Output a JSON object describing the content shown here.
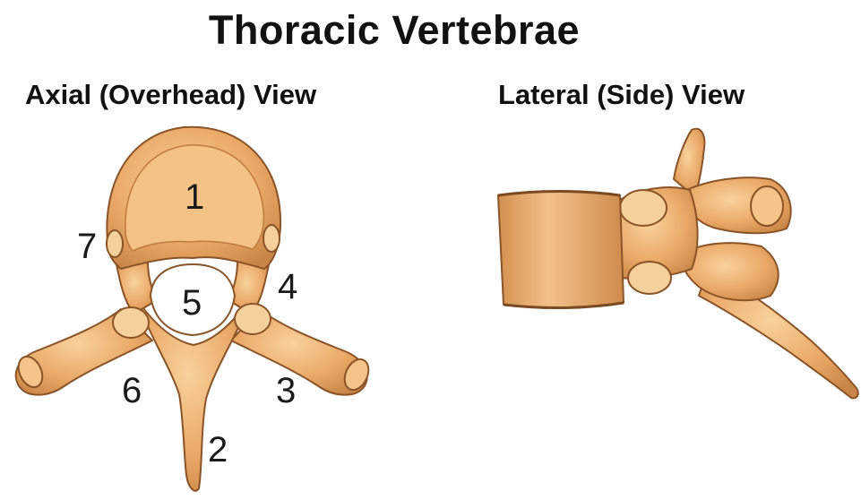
{
  "title": "Thoracic Vertebrae",
  "views": {
    "axial": "Axial (Overhead) View",
    "lateral": "Lateral (Side) View"
  },
  "labels": {
    "l1": "1",
    "l2": "2",
    "l3": "3",
    "l4": "4",
    "l5": "5",
    "l6": "6",
    "l7": "7"
  },
  "colors": {
    "bone": "#e9a868",
    "bone_light": "#f6cc94",
    "bone_dark": "#b8753f",
    "outline": "#8a5428"
  }
}
